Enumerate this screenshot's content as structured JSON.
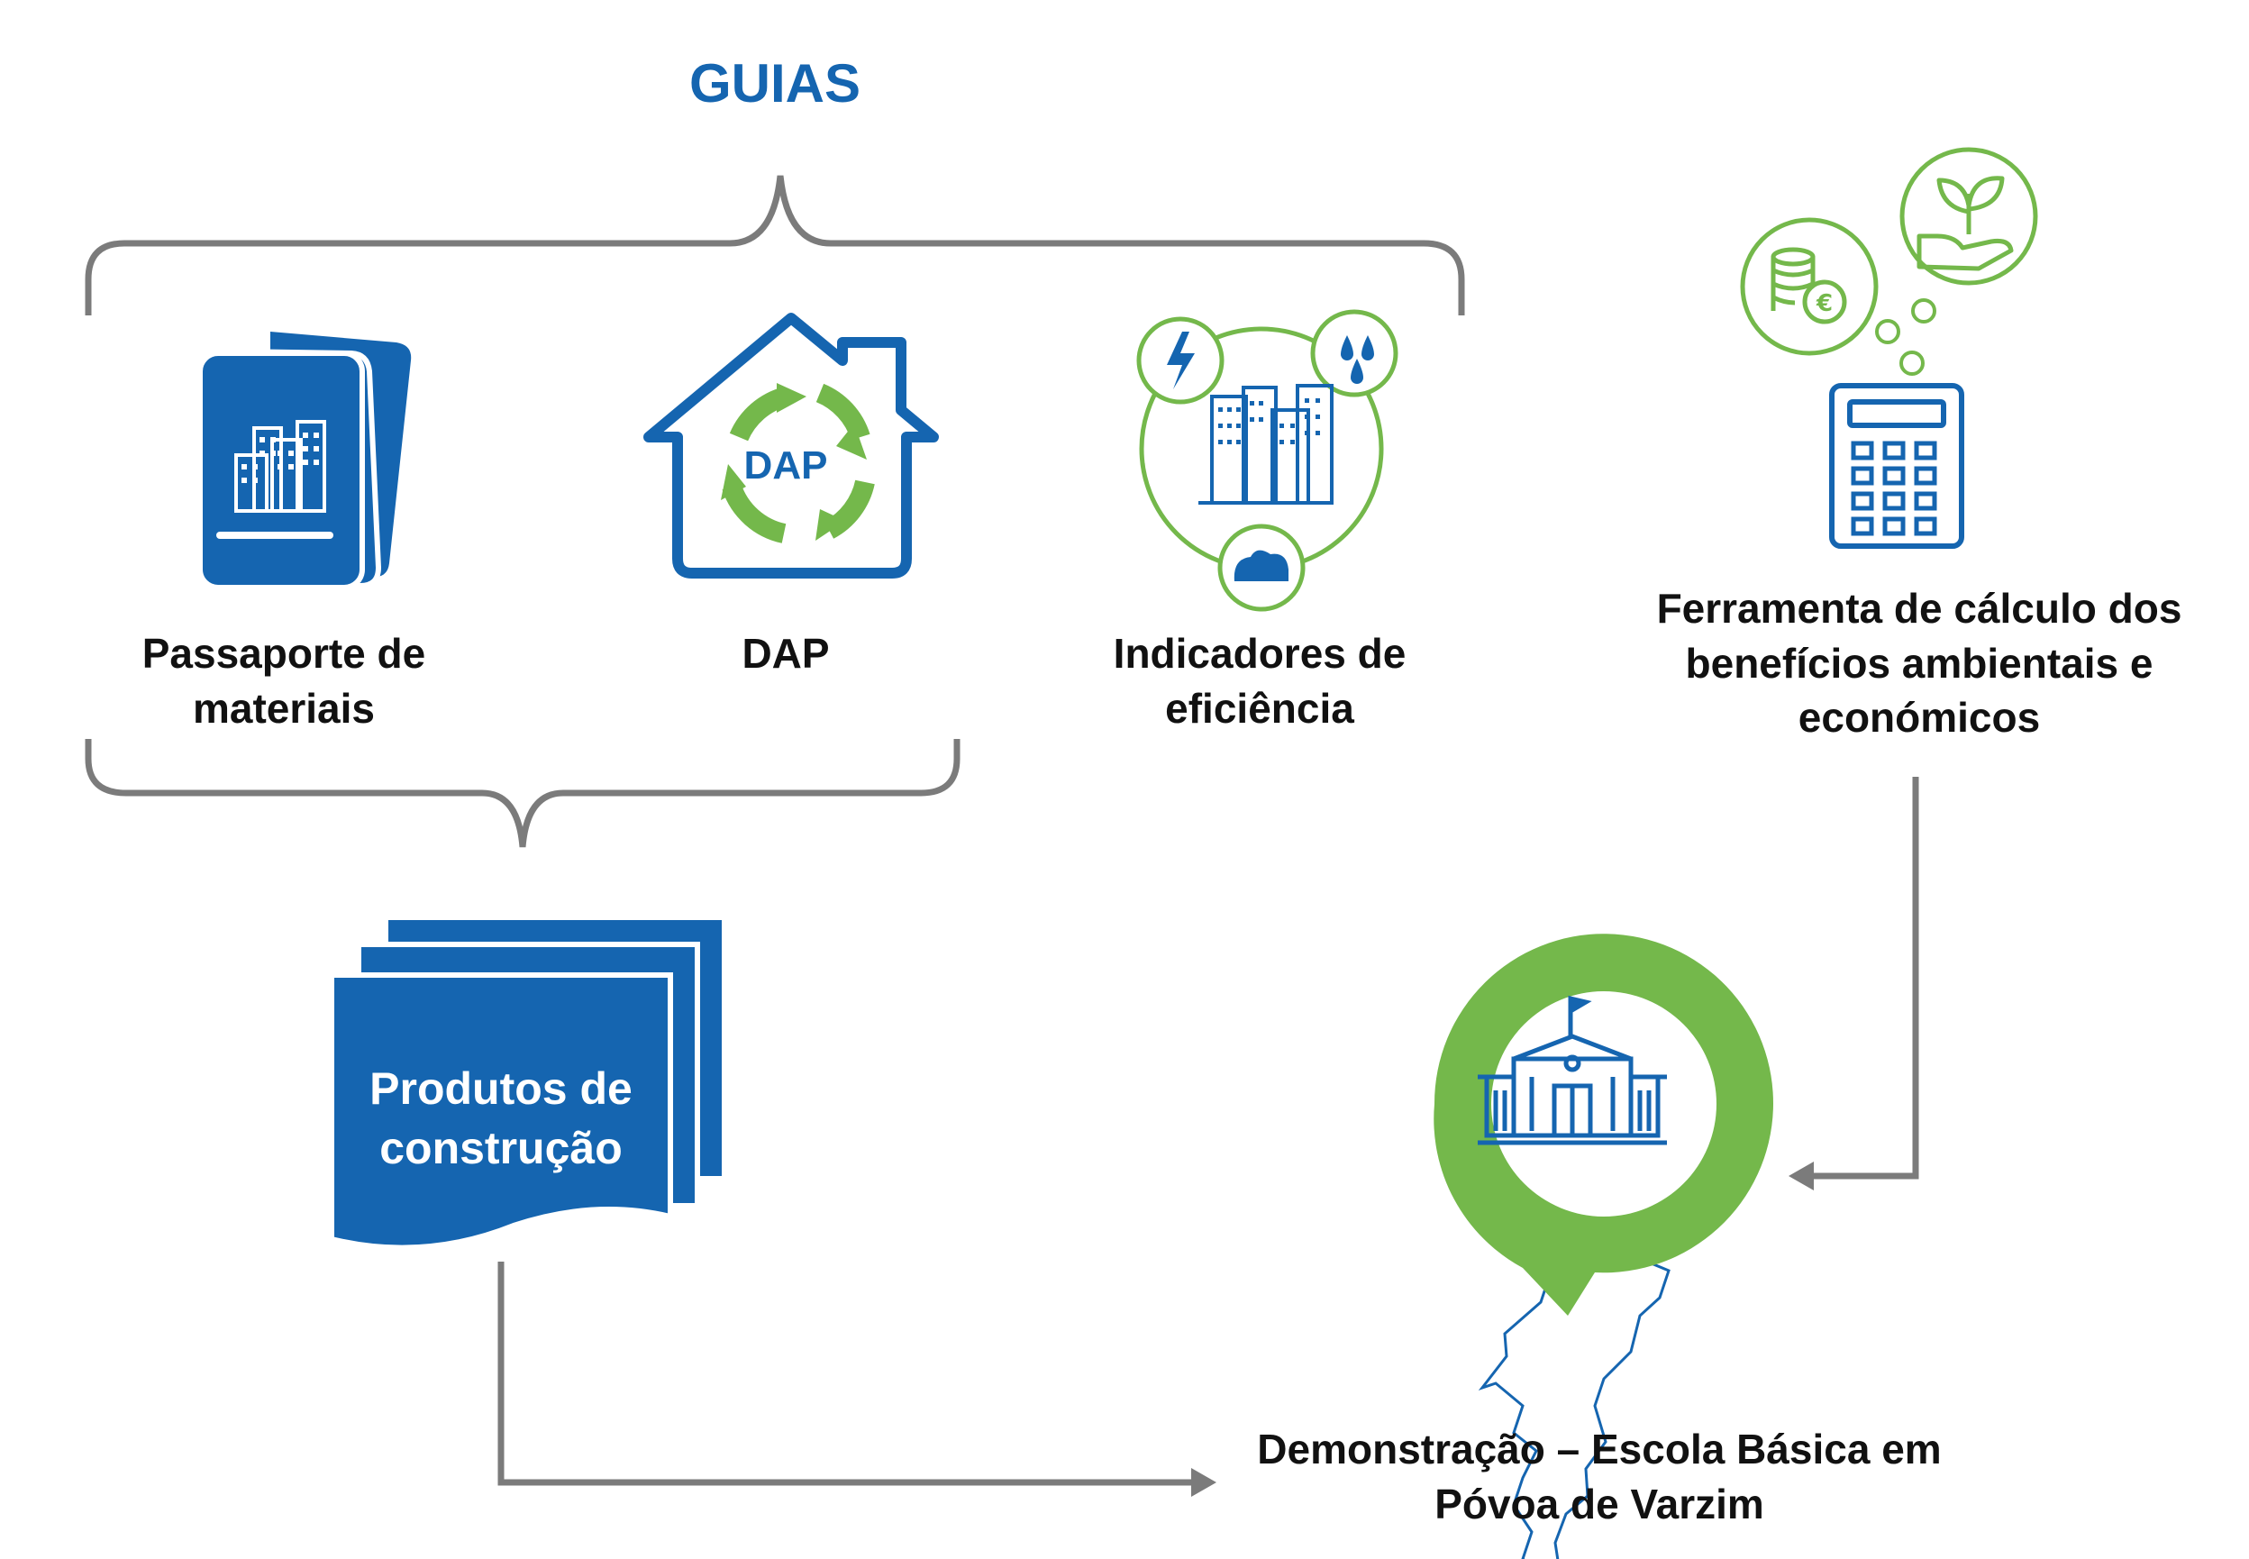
{
  "title": "GUIAS",
  "colors": {
    "blue": "#1565b0",
    "green": "#74b84b",
    "gray": "#7b7b7b"
  },
  "guides": [
    {
      "line1": "Passaporte de",
      "line2": "materiais",
      "icon": "building-passport-icon"
    },
    {
      "line1": "DAP",
      "icon": "house-dap-icon",
      "icon_text": "DAP"
    },
    {
      "line1": "Indicadores de",
      "line2": "eficiência",
      "icon": "efficiency-indicators-icon"
    }
  ],
  "construction_products": {
    "line1": "Produtos de",
    "line2": "construção"
  },
  "tool": {
    "line1": "Ferramenta de cálculo dos",
    "line2": "benefícios ambientais e",
    "line3": "económicos"
  },
  "demonstration": {
    "line1": "Demonstração – Escola Básica em",
    "line2": "Póvoa de Varzim"
  }
}
